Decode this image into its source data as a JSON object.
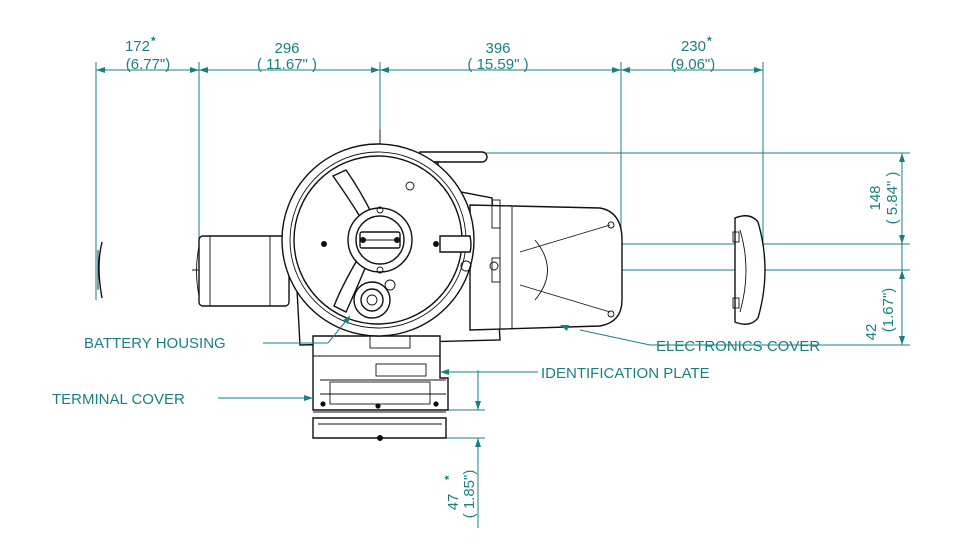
{
  "dimensions": {
    "top": [
      {
        "value": "172",
        "star": "*",
        "inch": "(6.77\")"
      },
      {
        "value": "296",
        "inch": "( 11.67\" )"
      },
      {
        "value": "396",
        "inch": "( 15.59\" )"
      },
      {
        "value": "230",
        "star": "*",
        "inch": "(9.06\")"
      }
    ],
    "right": [
      {
        "value": "148",
        "inch": "( 5.84\" )"
      },
      {
        "value": "42",
        "inch": "(1.67\")"
      }
    ],
    "bottom": {
      "value": "47",
      "star": "*",
      "inch": "( 1.85\")"
    }
  },
  "labels": {
    "battery_housing": "BATTERY HOUSING",
    "electronics_cover": "ELECTRONICS COVER",
    "identification_plate": "IDENTIFICATION PLATE",
    "terminal_cover": "TERMINAL COVER"
  },
  "colors": {
    "annotation": "#1a7f80",
    "drawing": "#111111"
  }
}
